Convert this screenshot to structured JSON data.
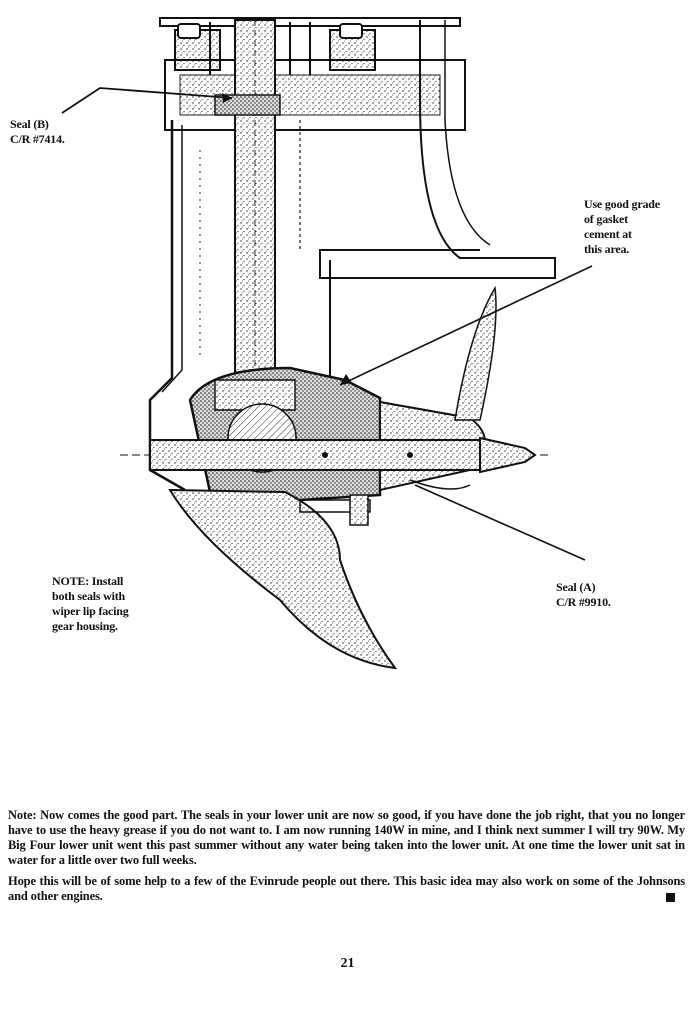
{
  "callouts": {
    "seal_b": [
      "Seal (B)",
      "C/R #7414."
    ],
    "gasket": [
      "Use good grade",
      "of gasket",
      "cement at",
      "this area."
    ],
    "note_install": [
      "NOTE: Install",
      "both seals with",
      "wiper lip facing",
      "gear housing."
    ],
    "seal_a": [
      "Seal (A)",
      "C/R #9910."
    ]
  },
  "body": {
    "paragraph1": "Note: Now comes the good part. The seals in your lower unit are now so good, if you have done the job right, that you no longer have to use the heavy grease if you do not want to. I am now running 140W in mine, and I think next summer I will try 90W. My Big Four lower unit went this past summer without any water being taken into the lower unit. At one time the lower unit sat in water for a little over two full weeks.",
    "paragraph2": "Hope this will be of some help to a few of the Evinrude people out there. This basic idea may also work on some of the Johnsons and other engines."
  },
  "page_number": "21"
}
